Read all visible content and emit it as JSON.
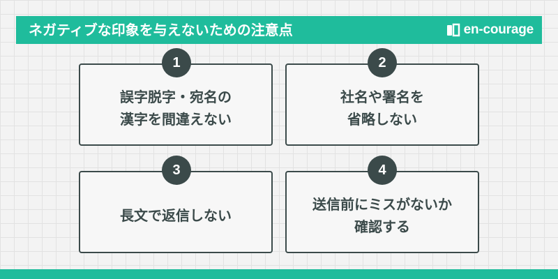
{
  "header": {
    "title": "ネガティブな印象を与えないための注意点",
    "brand": "en-courage",
    "brand_icon": "book-logo-icon"
  },
  "cards": [
    {
      "number": "1",
      "lines": [
        "誤字脱字・宛名の",
        "漢字を間違えない"
      ]
    },
    {
      "number": "2",
      "lines": [
        "社名や署名を",
        "省略しない"
      ]
    },
    {
      "number": "3",
      "lines": [
        "長文で返信しない"
      ]
    },
    {
      "number": "4",
      "lines": [
        "送信前にミスがないか",
        "確認する"
      ]
    }
  ],
  "colors": {
    "accent": "#1fbc9c",
    "dark": "#3b4a4a",
    "background": "#f3f3f3"
  }
}
